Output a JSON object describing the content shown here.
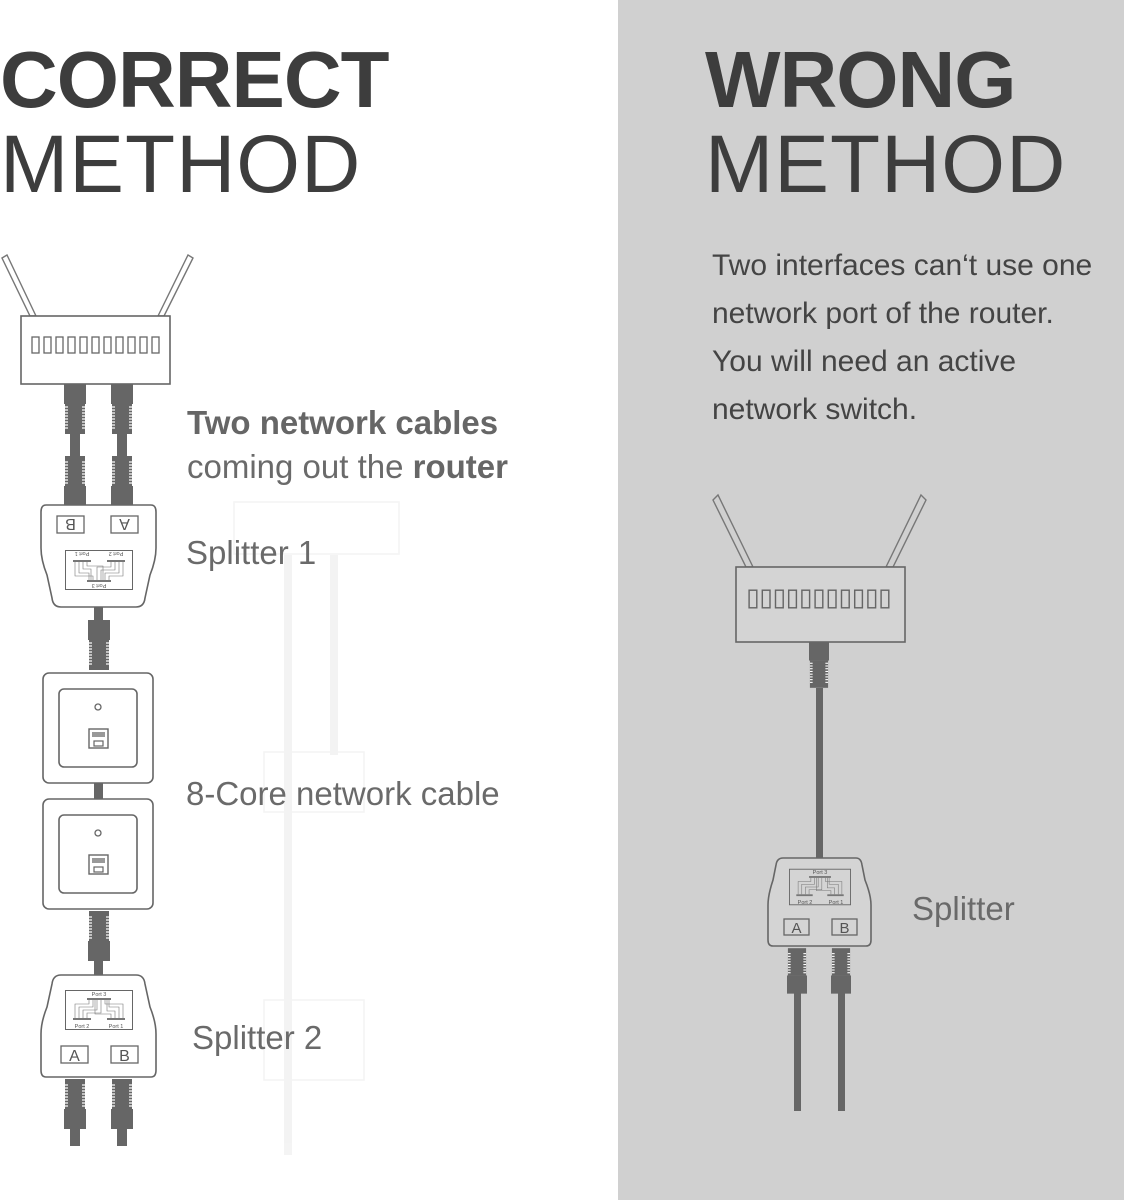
{
  "left": {
    "heading_bold": "CORRECT",
    "heading_thin": "METHOD",
    "cables_label_bold": "Two network cables",
    "cables_label_prefix": "coming out the ",
    "cables_label_suffix_bold": "router",
    "splitter1_label": "Splitter 1",
    "cable_label": "8-Core network cable",
    "splitter2_label": "Splitter 2"
  },
  "right": {
    "heading_bold": "WRONG",
    "heading_thin": "METHOD",
    "description": "Two interfaces can‘t use one network port of the router. You will need an active network switch.",
    "splitter_label": "Splitter"
  },
  "splitter_ports": {
    "a": "A",
    "b": "B",
    "port1": "Port 1",
    "port2": "Port 2",
    "port3": "Port 3"
  },
  "colors": {
    "left_bg": "#ffffff",
    "right_bg": "#d0d0d0",
    "line": "#6e6e6e",
    "cable": "#666666",
    "heading": "#3d3d3d"
  }
}
